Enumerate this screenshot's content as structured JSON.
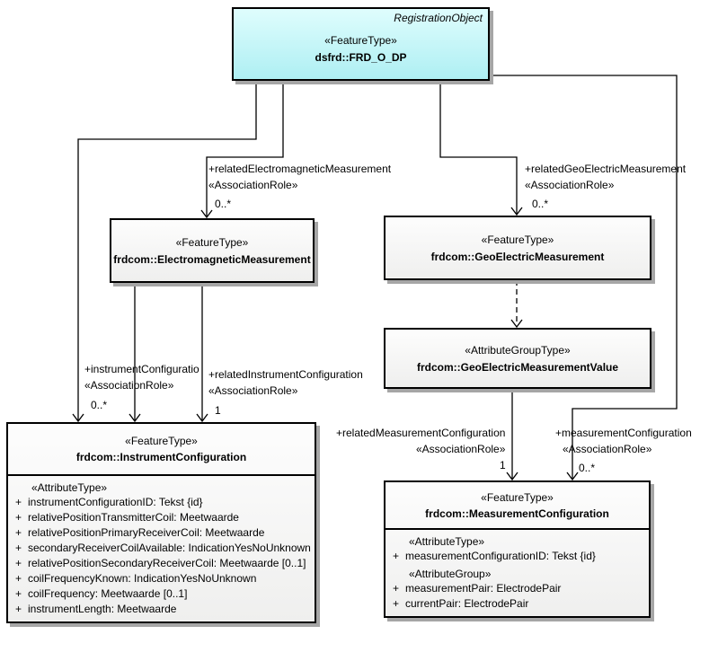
{
  "colors": {
    "background": "#ffffff",
    "frd_fill": "#baf1f4",
    "box_fill": "#f7f7f6",
    "border": "#000000",
    "shadow": "#a6a6a6"
  },
  "boxes": {
    "frd": {
      "corner_tag": "RegistrationObject",
      "stereotype": "«FeatureType»",
      "name": "dsfrd::FRD_O_DP"
    },
    "electromagnetic": {
      "stereotype": "«FeatureType»",
      "name": "frdcom::ElectromagneticMeasurement"
    },
    "geoelectric": {
      "stereotype": "«FeatureType»",
      "name": "frdcom::GeoElectricMeasurement"
    },
    "geoelectric_value": {
      "stereotype": "«AttributeGroupType»",
      "name": "frdcom::GeoElectricMeasurementValue"
    },
    "instrument": {
      "stereotype": "«FeatureType»",
      "name": "frdcom::InstrumentConfiguration",
      "attr_heading": "«AttributeType»",
      "attributes": [
        {
          "vis": "+",
          "text": "instrumentConfigurationID: Tekst {id}"
        },
        {
          "vis": "+",
          "text": "relativePositionTransmitterCoil: Meetwaarde"
        },
        {
          "vis": "+",
          "text": "relativePositionPrimaryReceiverCoil: Meetwaarde"
        },
        {
          "vis": "+",
          "text": "secondaryReceiverCoilAvailable: IndicationYesNoUnknown"
        },
        {
          "vis": "+",
          "text": "relativePositionSecondaryReceiverCoil: Meetwaarde [0..1]"
        },
        {
          "vis": "+",
          "text": "coilFrequencyKnown: IndicationYesNoUnknown"
        },
        {
          "vis": "+",
          "text": "coilFrequency: Meetwaarde [0..1]"
        },
        {
          "vis": "+",
          "text": "instrumentLength: Meetwaarde"
        }
      ]
    },
    "measurement": {
      "stereotype": "«FeatureType»",
      "name": "frdcom::MeasurementConfiguration",
      "attr_heading": "«AttributeType»",
      "attributes": [
        {
          "vis": "+",
          "text": "measurementConfigurationID: Tekst {id}"
        }
      ],
      "group_heading": "«AttributeGroup»",
      "group_attributes": [
        {
          "vis": "+",
          "text": "measurementPair: ElectrodePair"
        },
        {
          "vis": "+",
          "text": "currentPair: ElectrodePair"
        }
      ]
    }
  },
  "associations": {
    "related_electromagnetic": {
      "role": "+relatedElectromagneticMeasurement",
      "stereotype": "«AssociationRole»",
      "multiplicity": "0..*"
    },
    "related_geoelectric": {
      "role": "+relatedGeoElectricMeasurement",
      "stereotype": "«AssociationRole»",
      "multiplicity": "0..*"
    },
    "instrument_configuration": {
      "role": "+instrumentConfiguratio",
      "stereotype": "«AssociationRole»",
      "multiplicity": "0..*"
    },
    "related_instrument_configuration": {
      "role": "+relatedInstrumentConfiguration",
      "stereotype": "«AssociationRole»",
      "multiplicity": "1"
    },
    "related_measurement_configuration": {
      "role": "+relatedMeasurementConfiguration",
      "stereotype": "«AssociationRole»",
      "multiplicity": "1"
    },
    "measurement_configuration": {
      "role": "+measurementConfiguration",
      "stereotype": "«AssociationRole»",
      "multiplicity": "0..*"
    }
  }
}
